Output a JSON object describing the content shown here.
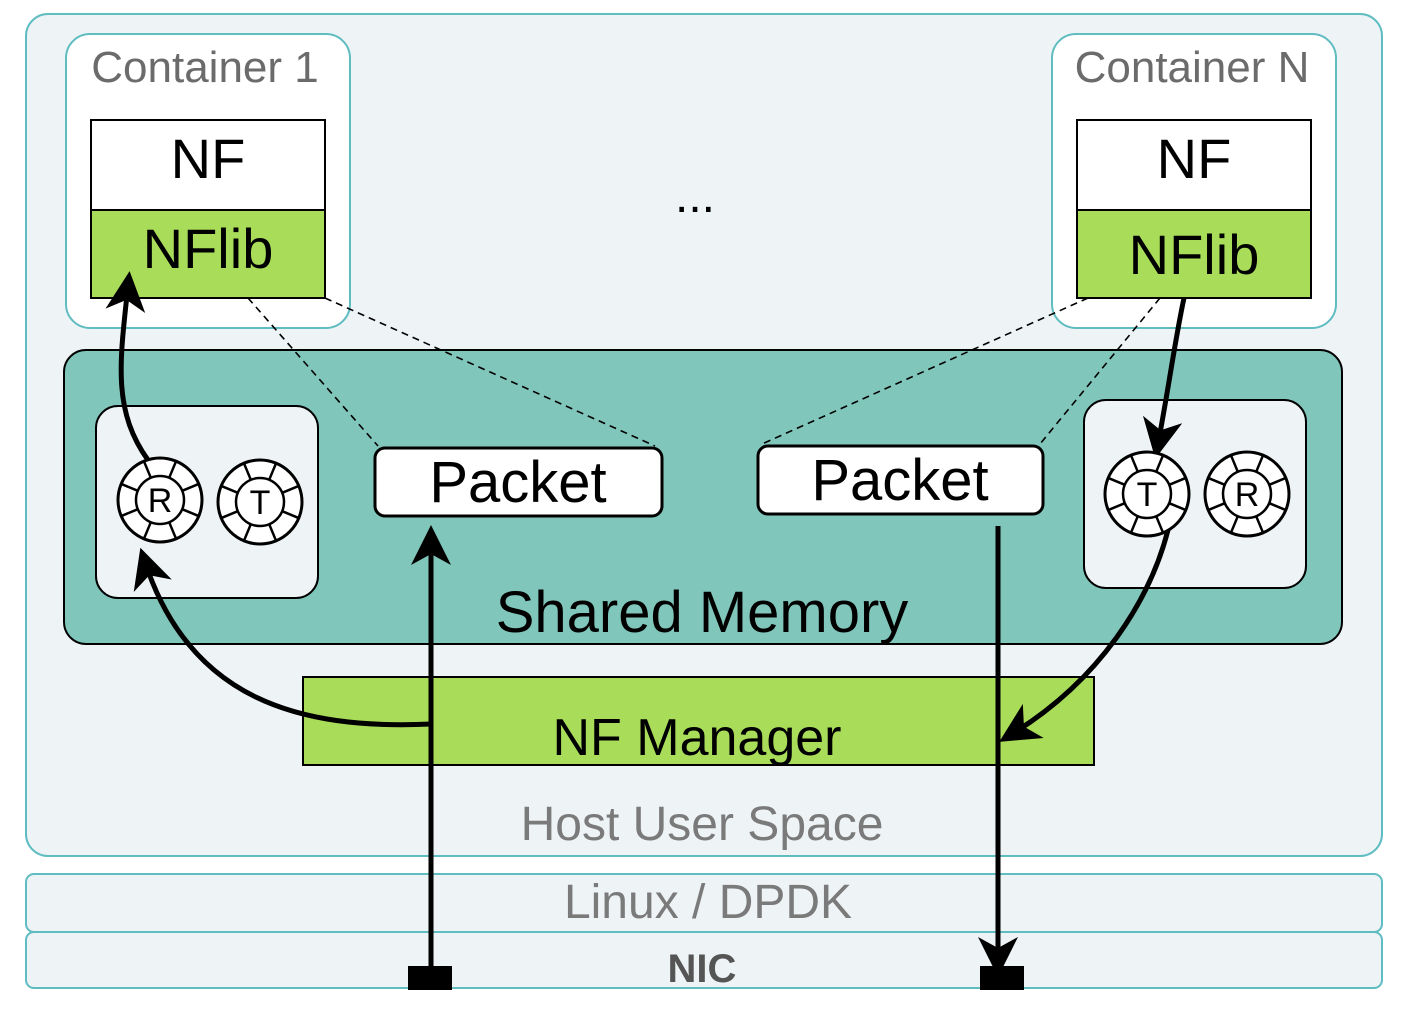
{
  "host": {
    "label": "Host User Space"
  },
  "os": {
    "label": "Linux / DPDK"
  },
  "nic": {
    "label": "NIC"
  },
  "containers": [
    {
      "title": "Container 1",
      "nf": "NF",
      "nflib": "NFlib"
    },
    {
      "title": "Container N",
      "nf": "NF",
      "nflib": "NFlib"
    }
  ],
  "ellipsis": "...",
  "shared_memory": {
    "label": "Shared Memory",
    "packets": [
      "Packet",
      "Packet"
    ],
    "ring_groups": [
      {
        "rings": [
          "R",
          "T"
        ]
      },
      {
        "rings": [
          "T",
          "R"
        ]
      }
    ]
  },
  "manager": {
    "label": "NF Manager"
  },
  "colors": {
    "container_border": "#5fbcc0",
    "panel_fill": "#eef4f6",
    "shared_memory_fill": "#80c6bb",
    "green": "#a9dc59"
  }
}
